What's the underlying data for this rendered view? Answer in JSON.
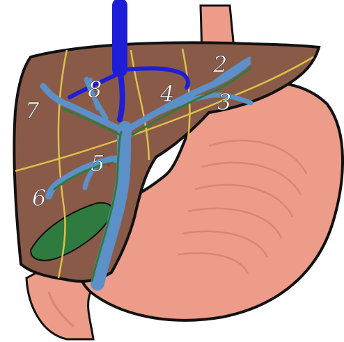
{
  "colors": {
    "liver": "#8a5a48",
    "liver_outline": "#111111",
    "stomach": "#ec9c88",
    "stomach_fold": "#d98672",
    "portal_vein": "#5c90c8",
    "hepatic_vein": "#1e1ed6",
    "bile_duct": "#2f7a3e",
    "segment_boundary": "#d9c24a",
    "label_text": "#ffffff"
  },
  "segments": [
    {
      "id": "2",
      "label": "2"
    },
    {
      "id": "3",
      "label": "3"
    },
    {
      "id": "4",
      "label": "4"
    },
    {
      "id": "5",
      "label": "5"
    },
    {
      "id": "6",
      "label": "6"
    },
    {
      "id": "7",
      "label": "7"
    },
    {
      "id": "8",
      "label": "8"
    }
  ]
}
